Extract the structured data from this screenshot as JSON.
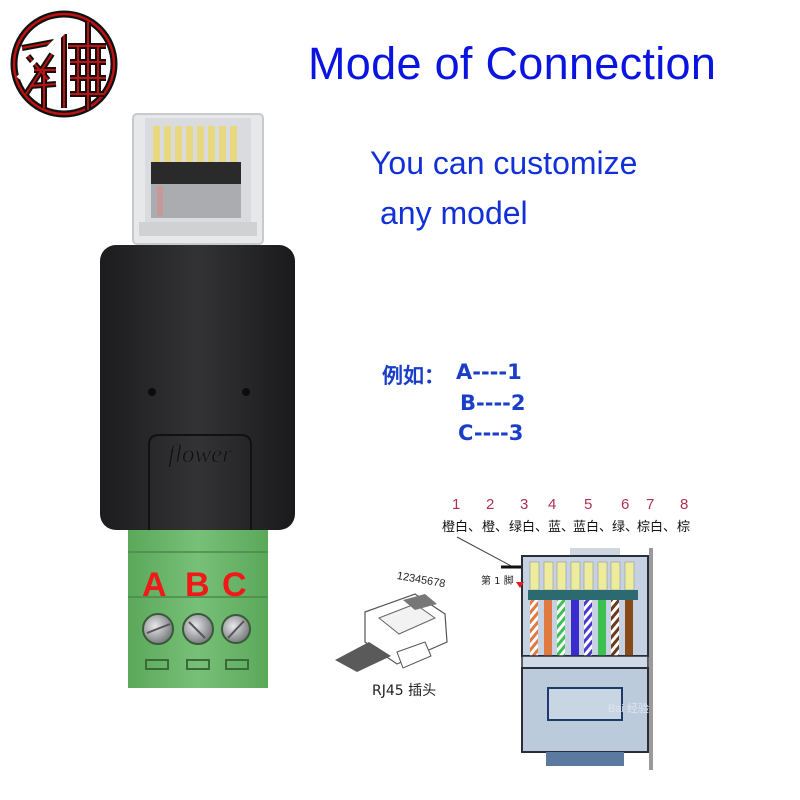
{
  "logo": {
    "icon": "red-black-seal-logo",
    "colors": {
      "red": "#c01010",
      "black": "#111111"
    }
  },
  "header": {
    "title": "Mode of Connection",
    "subtitle_line1": "You can customize",
    "subtitle_line2": "any model",
    "title_color": "#0a14e0",
    "subtitle_color": "#1230d8"
  },
  "example": {
    "prefix": "例如：",
    "mappings": [
      {
        "letter": "A",
        "pin": "A----1"
      },
      {
        "letter": "B",
        "pin": "B----2"
      },
      {
        "letter": "C",
        "pin": "C----3"
      }
    ],
    "color": "#1a3ec8"
  },
  "product": {
    "brand": "flower",
    "terminals": [
      "A",
      "B",
      "C"
    ],
    "terminal_label_color": "#f01818",
    "body_color": "#2a2a2c",
    "terminal_block_color": "#6fb86f"
  },
  "pinout": {
    "numbers": [
      "1",
      "2",
      "3",
      "4",
      "5",
      "6",
      "7",
      "8"
    ],
    "colors_text": [
      "橙白、",
      "橙、",
      "绿白、",
      "蓝、",
      "蓝白、",
      "绿、",
      "棕白、",
      "棕"
    ],
    "pin1_label": "第 1 脚",
    "wire_colors": [
      "#e07a40",
      "#e07a40",
      "#3cc050",
      "#3030d0",
      "#3030d0",
      "#3cc050",
      "#6b3a18",
      "#8a4a18"
    ],
    "striped": [
      true,
      false,
      true,
      false,
      true,
      false,
      true,
      false
    ]
  },
  "rj45": {
    "caption": "RJ45 插头",
    "digits": "12345678"
  },
  "watermark": "Bai 经验"
}
